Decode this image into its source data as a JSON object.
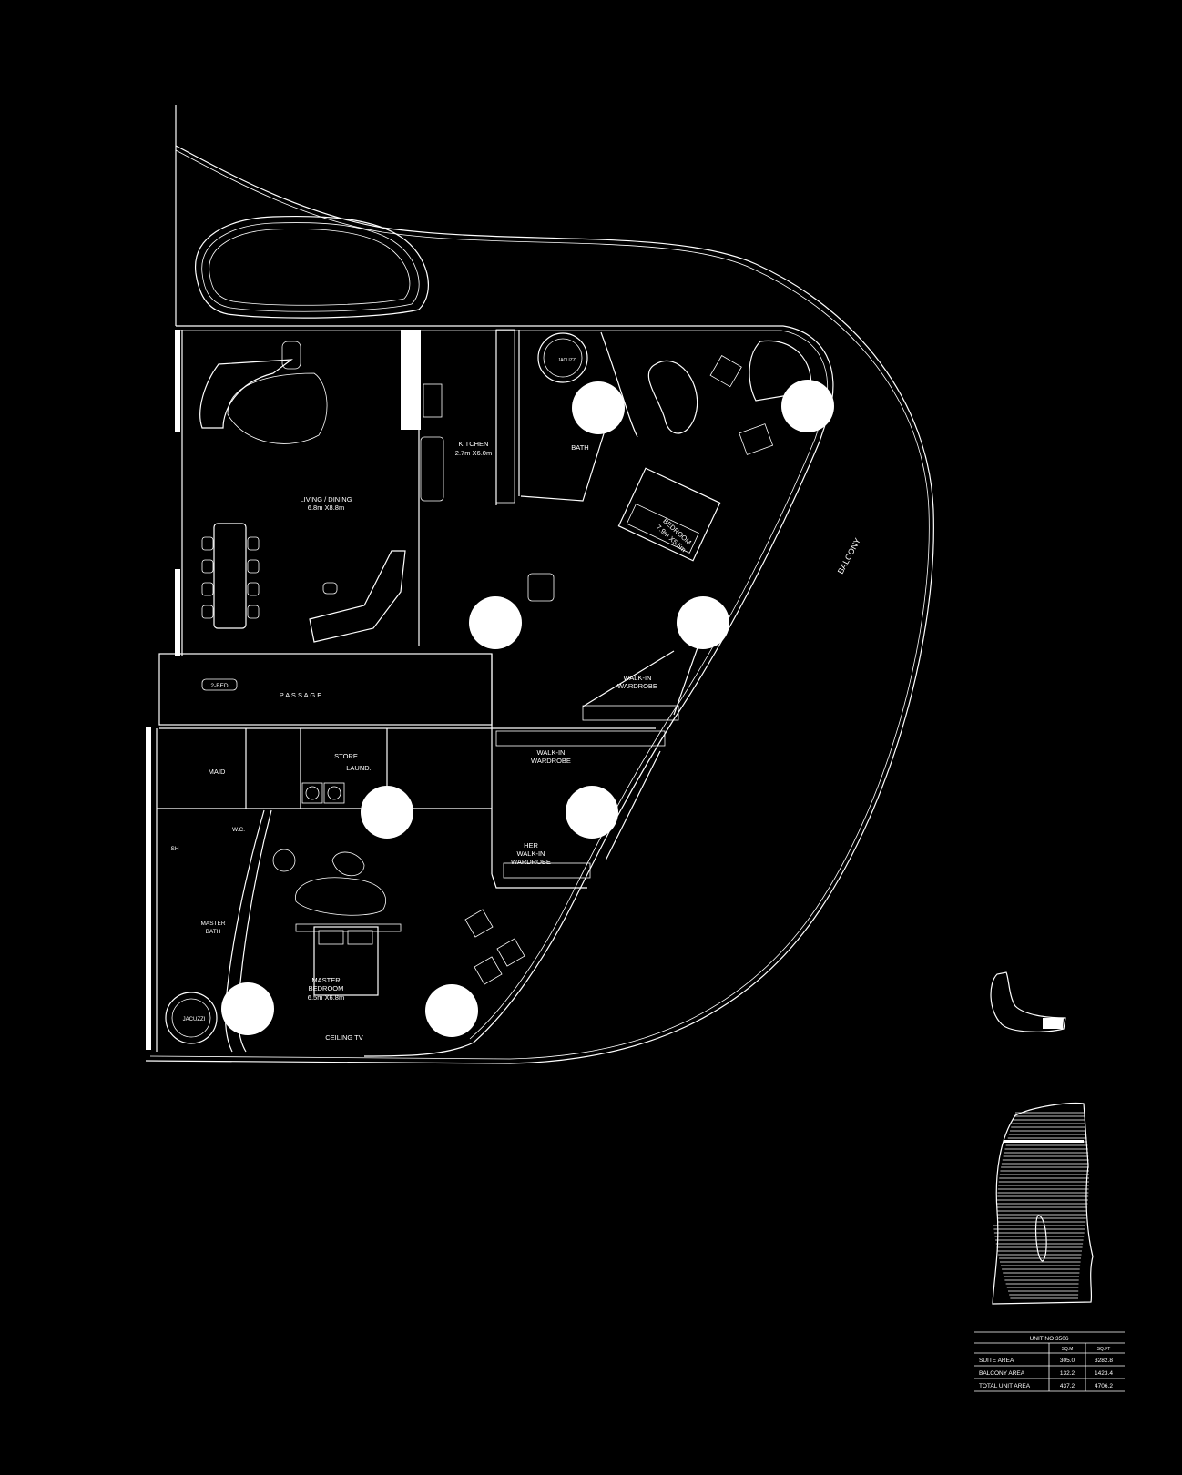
{
  "rooms": {
    "living": {
      "name": "LIVING / DINING",
      "size": "6.8m X8.8m"
    },
    "kitchen": {
      "name": "KITCHEN",
      "size": "2.7m X6.0m"
    },
    "bath": "BATH",
    "jacuzzi_top": "JACUZZI",
    "bedroom": {
      "name": "BEDROOM",
      "size": "7.9m X5.5m"
    },
    "balcony": "BALCONY",
    "passage": "P A S S A G E",
    "two_bed": "2-BED",
    "walkin_1": {
      "line1": "WALK-IN",
      "line2": "WARDROBE"
    },
    "walkin_2": {
      "line1": "WALK-IN",
      "line2": "WARDROBE"
    },
    "her_walkin": {
      "line1": "HER",
      "line2": "WALK-IN",
      "line3": "WARDROBE"
    },
    "store": "STORE",
    "laund": "LAUND.",
    "maid": "MAID",
    "wc": "W.C.",
    "sh": "SH",
    "master_bath": {
      "line1": "MASTER",
      "line2": "BATH"
    },
    "jacuzzi_bottom": "JACUZZI",
    "master_bedroom": {
      "line1": "MASTER",
      "line2": "BEDROOM",
      "size": "6.5m X6.8m"
    },
    "ceiling_tv": "CEILING TV"
  },
  "area_table": {
    "title": "UNIT NO 3506",
    "col_sqm": "SQ.M",
    "col_sqft": "SQ.FT",
    "rows": [
      {
        "label": "SUITE AREA",
        "sqm": "305.0",
        "sqft": "3282.8"
      },
      {
        "label": "BALCONY AREA",
        "sqm": "132.2",
        "sqft": "1423.4"
      },
      {
        "label": "TOTAL UNIT AREA",
        "sqm": "437.2",
        "sqft": "4706.2"
      }
    ]
  },
  "colors": {
    "background": "#000000",
    "linework": "#ffffff"
  }
}
